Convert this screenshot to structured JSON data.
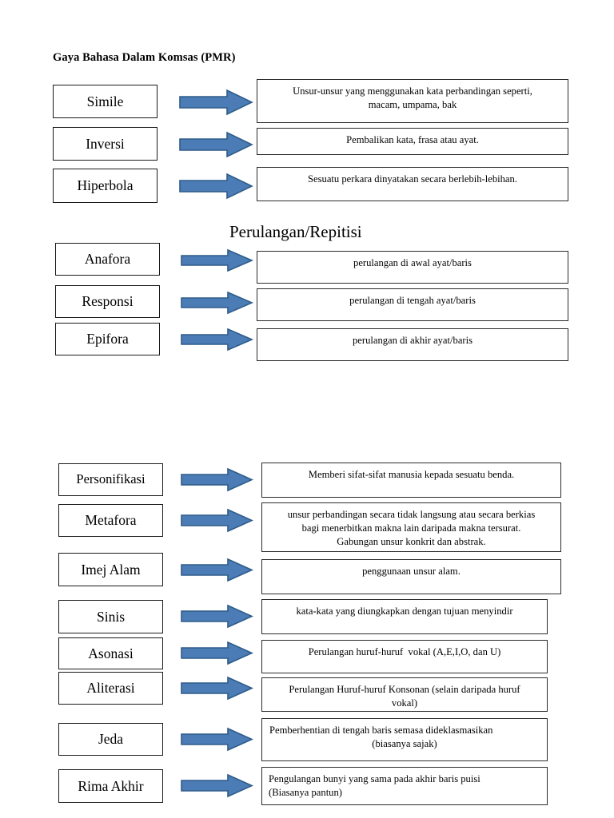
{
  "document": {
    "title": "Gaya Bahasa Dalam Komsas (PMR)",
    "section_heading": "Perulangan/Repitisi"
  },
  "colors": {
    "arrow_fill": "#4C7CB5",
    "arrow_stroke": "#2E5C8A",
    "box_border": "#1a1a1a",
    "text": "#000000",
    "background": "#ffffff"
  },
  "icons": {
    "arrow": "right-block-arrow-icon"
  },
  "group_one": {
    "rows": [
      {
        "term": "Simile",
        "description_lines": [
          "Unsur-unsur yang menggunakan kata perbandingan seperti,",
          "macam, umpama, bak"
        ],
        "arrow": "right-block-arrow-icon"
      },
      {
        "term": "Inversi",
        "description_lines": [
          "Pembalikan kata, frasa atau ayat."
        ],
        "arrow": "right-block-arrow-icon"
      },
      {
        "term": "Hiperbola",
        "description_lines": [
          "Sesuatu perkara dinyatakan secara berlebih-lebihan."
        ],
        "arrow": "right-block-arrow-icon"
      }
    ]
  },
  "group_two": {
    "heading": "Perulangan/Repitisi",
    "rows": [
      {
        "term": "Anafora",
        "description_lines": [
          "perulangan di awal ayat/baris"
        ],
        "arrow": "right-block-arrow-icon"
      },
      {
        "term": "Responsi",
        "description_lines": [
          "perulangan di tengah ayat/baris"
        ],
        "arrow": "right-block-arrow-icon"
      },
      {
        "term": "Epifora",
        "description_lines": [
          "perulangan di akhir ayat/baris"
        ],
        "arrow": "right-block-arrow-icon"
      }
    ]
  },
  "group_three": {
    "rows": [
      {
        "term": "Personifikasi",
        "description_lines": [
          "Memberi sifat-sifat manusia kepada sesuatu benda."
        ],
        "arrow": "right-block-arrow-icon"
      },
      {
        "term": "Metafora",
        "description_lines": [
          "unsur perbandingan secara tidak langsung atau secara berkias",
          "bagi menerbitkan makna lain daripada makna tersurat.",
          "Gabungan unsur konkrit dan abstrak."
        ],
        "arrow": "right-block-arrow-icon"
      },
      {
        "term": "Imej Alam",
        "description_lines": [
          "penggunaan unsur alam."
        ],
        "arrow": "right-block-arrow-icon"
      },
      {
        "term": "Sinis",
        "description_lines": [
          "kata-kata yang diungkapkan dengan tujuan menyindir"
        ],
        "arrow": "right-block-arrow-icon"
      },
      {
        "term": "Asonasi",
        "description_lines": [
          "Perulangan huruf-huruf  vokal (A,E,I,O, dan U)"
        ],
        "arrow": "right-block-arrow-icon"
      },
      {
        "term": "Aliterasi",
        "description_lines": [
          "Perulangan Huruf-huruf Konsonan (selain daripada huruf",
          "vokal)"
        ],
        "arrow": "right-block-arrow-icon"
      },
      {
        "term": "Jeda",
        "description_lines": [
          "Pemberhentian di tengah baris semasa dideklasmasikan",
          "",
          "(biasanya sajak)"
        ],
        "arrow": "right-block-arrow-icon"
      },
      {
        "term": "Rima Akhir",
        "description_lines": [
          "Pengulangan bunyi yang sama pada akhir baris puisi",
          "(Biasanya pantun)"
        ],
        "arrow": "right-block-arrow-icon"
      }
    ]
  }
}
